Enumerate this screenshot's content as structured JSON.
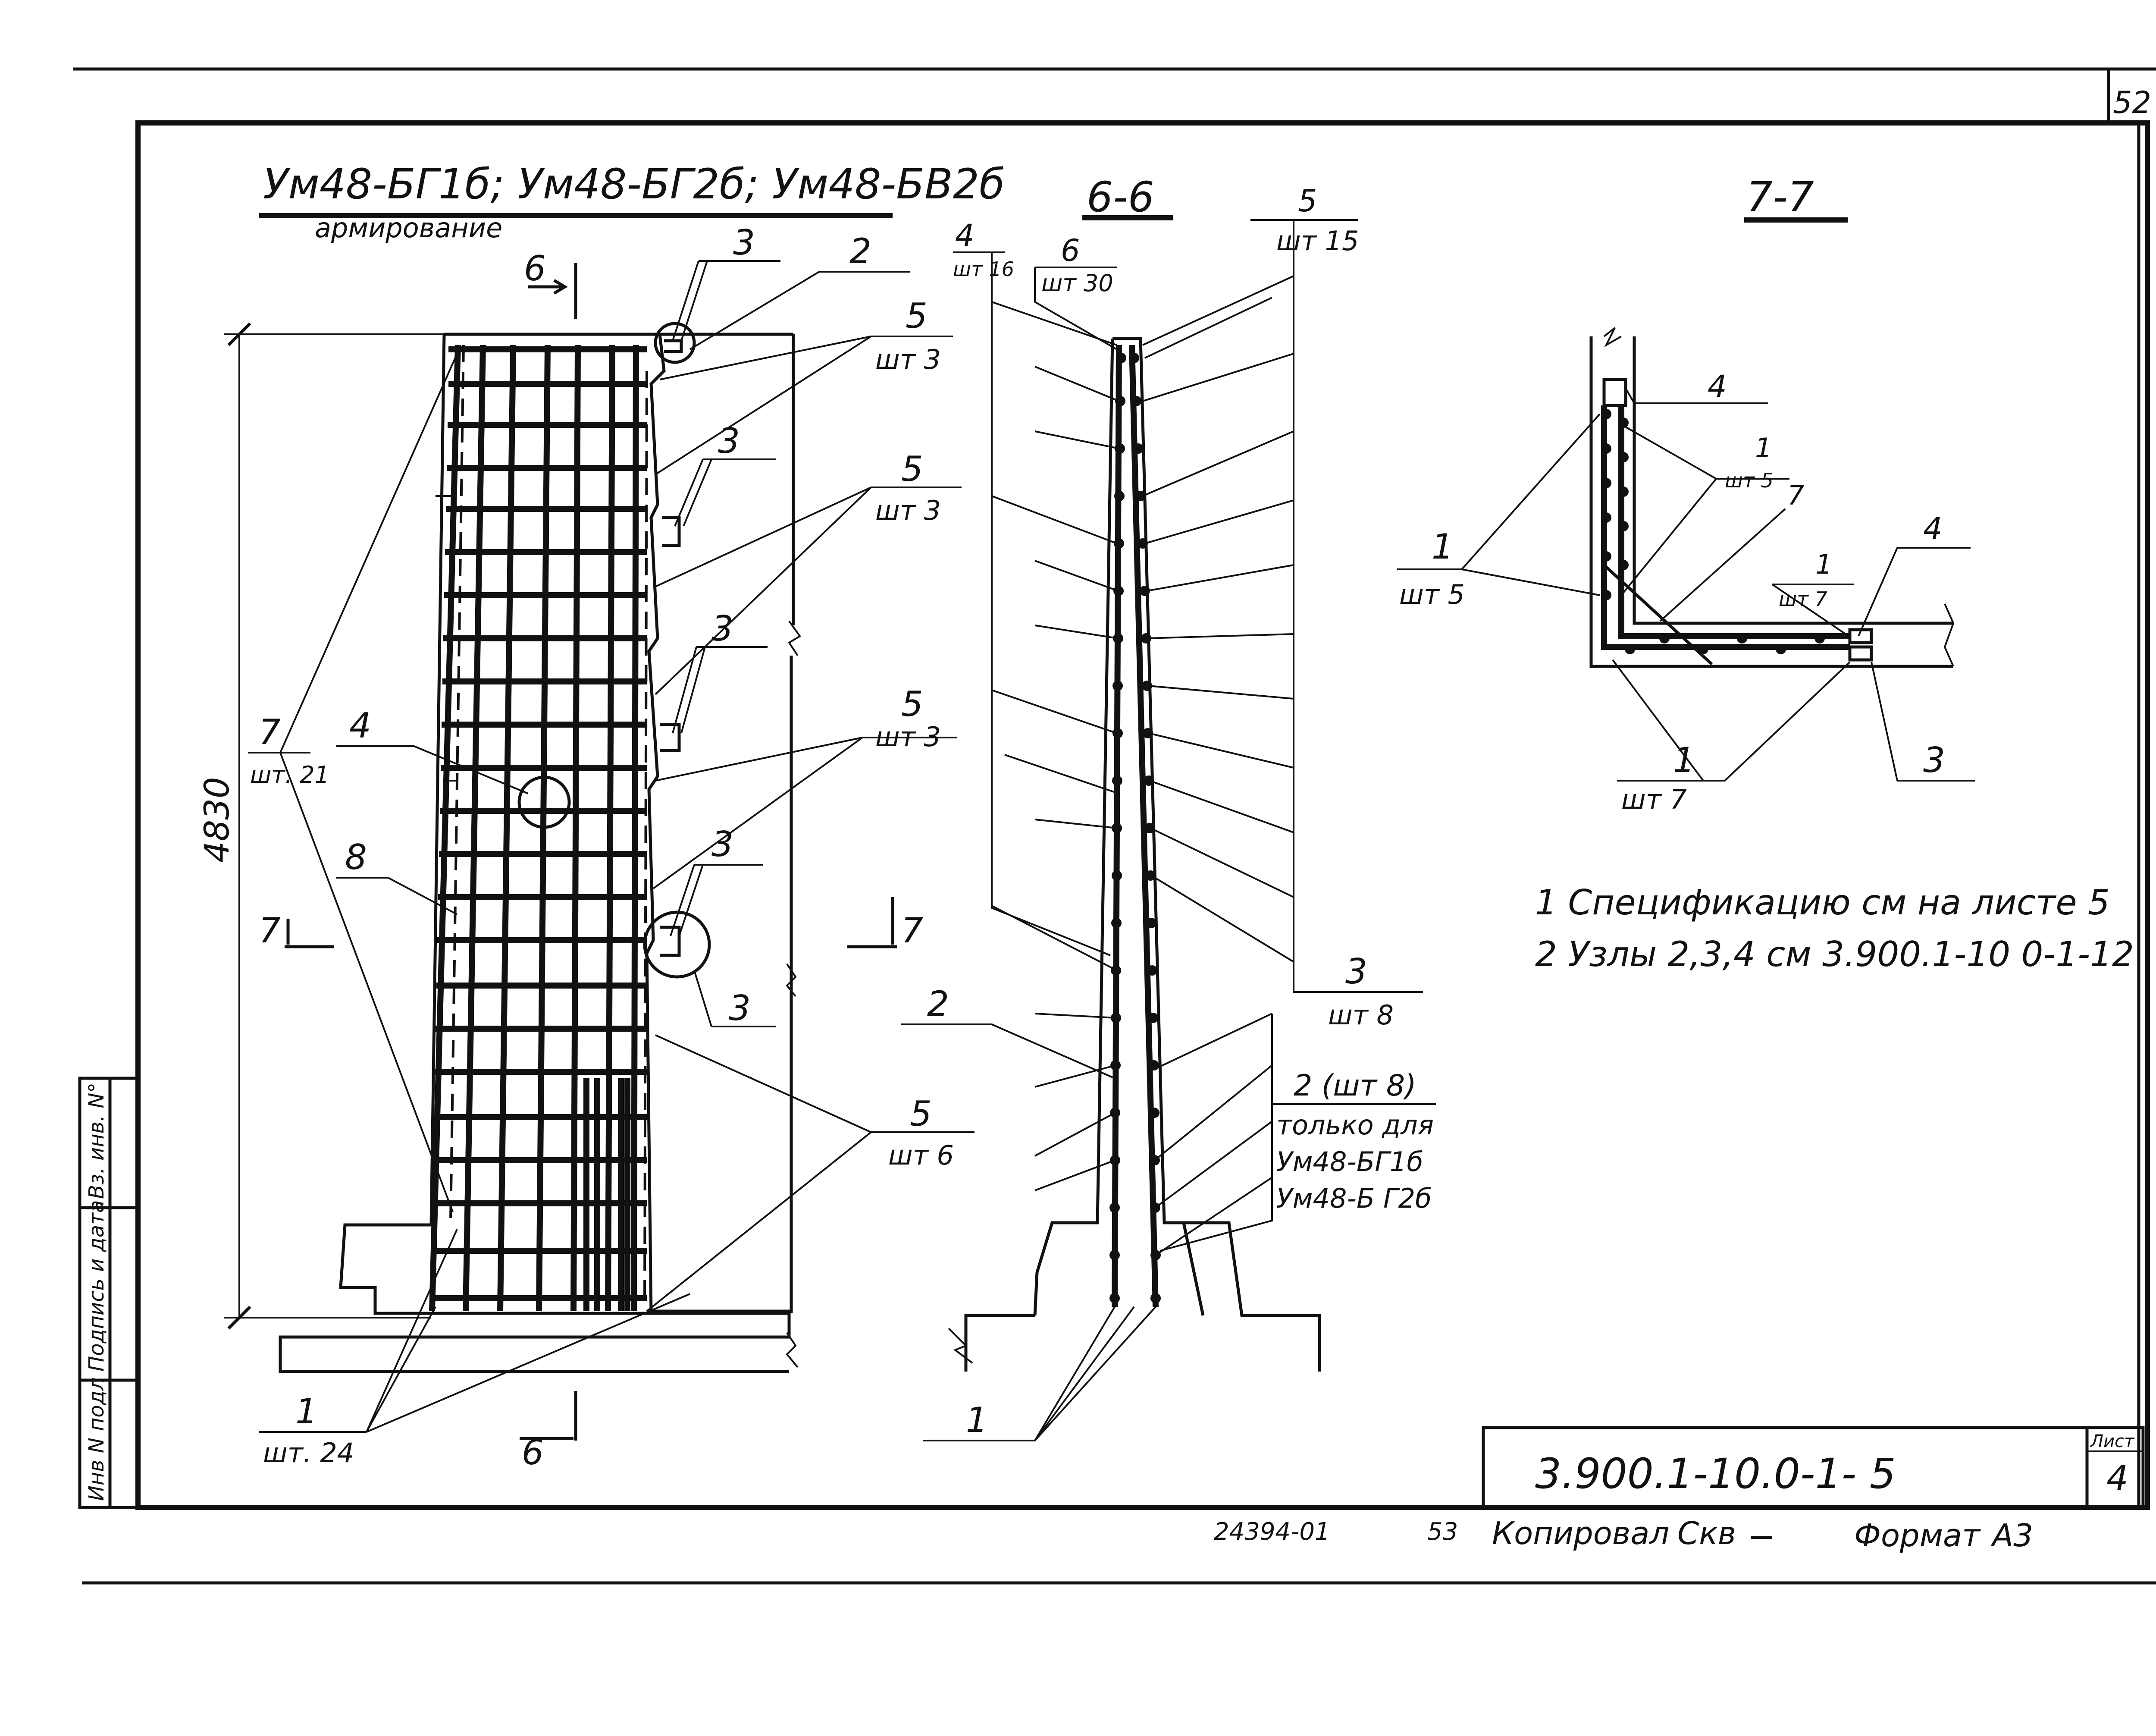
{
  "sheet_number": "52",
  "main_view": {
    "title": "Ум48-БГ1б; Ум48-БГ2б; Ум48-БВ2б",
    "subtitle": "армирование",
    "dimension_height": "4830",
    "section_mark_6": "6",
    "section_mark_7": "7",
    "callouts": [
      {
        "num": "3",
        "qty": ""
      },
      {
        "num": "2",
        "qty": ""
      },
      {
        "num": "5",
        "qty": "шт 3"
      },
      {
        "num": "3",
        "qty": ""
      },
      {
        "num": "5",
        "qty": "шт 3"
      },
      {
        "num": "3",
        "qty": ""
      },
      {
        "num": "5",
        "qty": "шт 3"
      },
      {
        "num": "3",
        "qty": ""
      },
      {
        "num": "3",
        "qty": ""
      },
      {
        "num": "5",
        "qty": "шт 6"
      },
      {
        "num": "4",
        "qty": ""
      },
      {
        "num": "7",
        "qty": "шт. 21"
      },
      {
        "num": "8",
        "qty": ""
      },
      {
        "num": "1",
        "qty": "шт. 24"
      }
    ]
  },
  "section_6": {
    "title": "6-6",
    "callouts": [
      {
        "num": "4",
        "qty": "шт 16"
      },
      {
        "num": "6",
        "qty": "шт 30"
      },
      {
        "num": "5",
        "qty": "шт 15"
      },
      {
        "num": "3",
        "qty": "шт 8"
      },
      {
        "num": "2",
        "qty": ""
      },
      {
        "num": "1",
        "qty": ""
      }
    ],
    "note_callout": "2 (шт 8)",
    "note_lines": [
      "только для",
      "Ум48-БГ1б",
      "Ум48-Б Г2б"
    ]
  },
  "section_7": {
    "title": "7-7",
    "callouts": [
      {
        "num": "4",
        "qty": ""
      },
      {
        "num": "1",
        "qty": "шт 5"
      },
      {
        "num": "1",
        "qty": "шт 5"
      },
      {
        "num": "1",
        "qty": "шт 7"
      },
      {
        "num": "4",
        "qty": ""
      },
      {
        "num": "1",
        "qty": "шт 7"
      },
      {
        "num": "3",
        "qty": ""
      }
    ],
    "extra_mark": "7"
  },
  "notes": [
    "1 Спецификацию см на листе 5",
    "2 Узлы 2,3,4 см 3.900.1-10 0-1-12"
  ],
  "side_stamp": [
    "Инв N подл",
    "Подпись и дата",
    "Вз. инв. N°"
  ],
  "title_block": {
    "code": "3.900.1-10.0-1- 5",
    "sheet_label": "Лист",
    "sheet_value": "4"
  },
  "footer": {
    "archive_number": "24394-01",
    "page": "53",
    "copied_label": "Копировал",
    "copied_sig": "Скв",
    "format_label": "Формат",
    "format_value": "А3"
  }
}
